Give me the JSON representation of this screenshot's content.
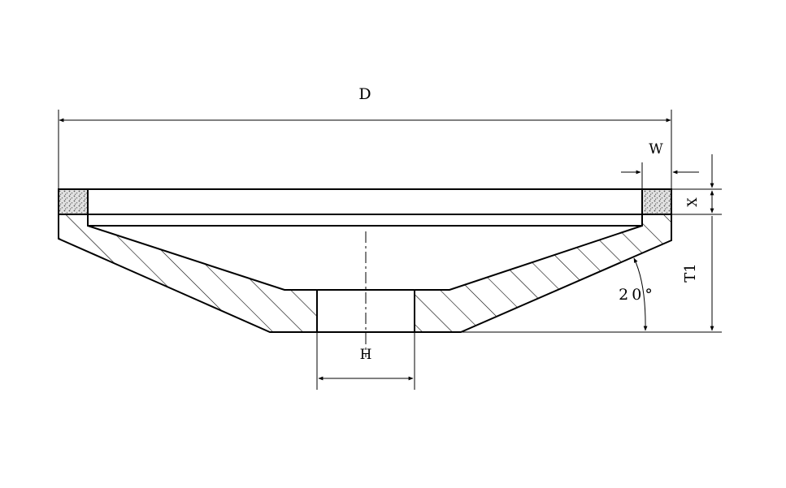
{
  "diagram": {
    "labels": {
      "outer_diameter": "D",
      "rim_width": "W",
      "rim_height": "X",
      "total_height": "T1",
      "bore": "H",
      "angle": "20°"
    },
    "colors": {
      "line": "#000000",
      "background": "#ffffff",
      "abrasive": "#bdbdbd"
    }
  }
}
